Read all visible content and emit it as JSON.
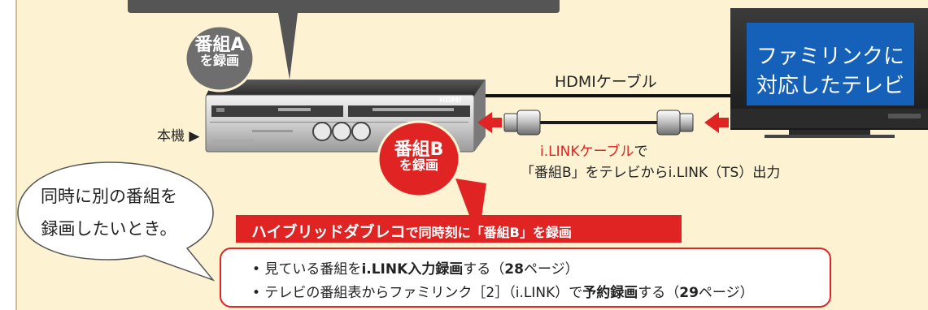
{
  "recorder": {
    "brand_label": "HDMI",
    "label_tag": "本機 ▶"
  },
  "badge_a": {
    "line1": "番組A",
    "line2": "を録画"
  },
  "badge_b": {
    "line1": "番組B",
    "line2": "を録画"
  },
  "tv": {
    "line1": "ファミリンクに",
    "line2": "対応したテレビ"
  },
  "hdmi_cable_label": "HDMIケーブル",
  "ilink": {
    "cable_label": "i.LINKケーブル",
    "cable_suffix": "で",
    "line2": "「番組B」をテレビからi.LINK（TS）出力"
  },
  "bubble": {
    "line1": "同時に別の番組を",
    "line2": "録画したいとき。"
  },
  "banner": {
    "part1": "ハイブリッドダブレコ",
    "part2": "で同時刻に「番組B」を録画"
  },
  "bullets": [
    {
      "pre": "• 見ている番組を",
      "bold": "i.LINK入力録画",
      "mid": "する（",
      "page": "28",
      "post": "ページ）"
    },
    {
      "pre": "• テレビの番組表からファミリンク［2］（i.LINK）で",
      "bold": "予約録画",
      "mid": "する（",
      "page": "29",
      "post": "ページ）"
    }
  ],
  "colors": {
    "background": "#fdf3d3",
    "accent_red": "#e02424",
    "tv_screen": "#1560b8",
    "badge_gray": "#6e6e6e",
    "cable_dark": "#1a1a1a"
  }
}
